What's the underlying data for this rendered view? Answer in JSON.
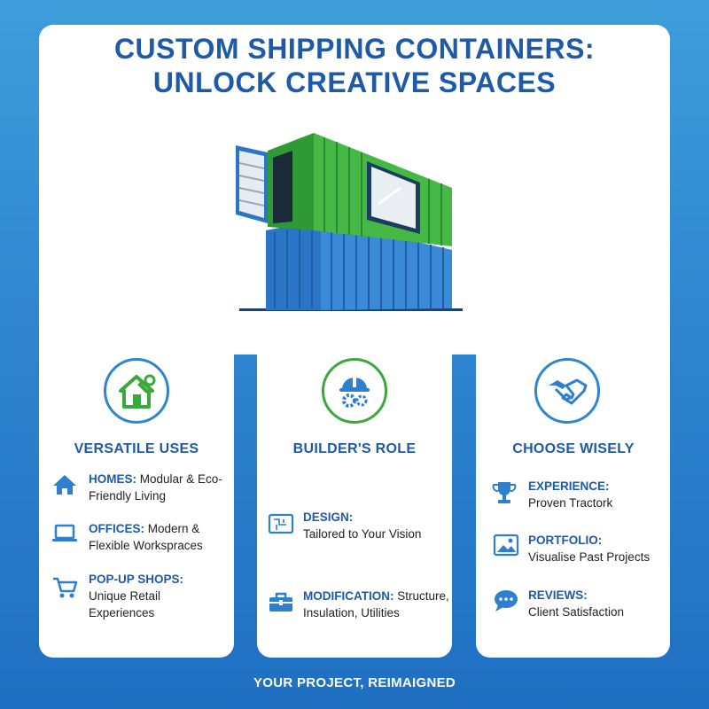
{
  "title": {
    "line1": "CUSTOM SHIPPING CONTAINERS:",
    "line2": "UNLOCK CREATIVE SPACES"
  },
  "columns": [
    {
      "title": "VERSATILE USES",
      "icon": "house-wrench-icon",
      "items": [
        {
          "key": "HOMES:",
          "line1": " Modular & Eco-",
          "line2": "Friendly Living",
          "icon": "home-icon"
        },
        {
          "key": "OFFICES:",
          "line1": " Modern &",
          "line2": "Flexible Workspraces",
          "icon": "laptop-icon"
        },
        {
          "key": "POP-UP SHOPS:",
          "line1": "",
          "line2": "Unique Retail",
          "line3": "Experiences",
          "icon": "shopping-cart-icon"
        }
      ]
    },
    {
      "title": "BUILDER'S ROLE",
      "icon": "hard-hat-gears-icon",
      "items": [
        {
          "key": "DESIGN:",
          "line1": "",
          "line2": "Tailored to Your Vision",
          "icon": "blueprint-icon"
        },
        {
          "key": "MODIFICATION:",
          "line1": " Structure,",
          "line2": "Insulation, Utilities",
          "icon": "toolbox-icon"
        }
      ]
    },
    {
      "title": "CHOOSE WISELY",
      "icon": "handshake-icon",
      "items": [
        {
          "key": "EXPERIENCE:",
          "line1": "",
          "line2": "Proven Tractork",
          "icon": "trophy-icon"
        },
        {
          "key": "PORTFOLIO:",
          "line1": "",
          "line2": "Visualise Past Projects",
          "icon": "image-icon"
        },
        {
          "key": "REVIEWS:",
          "line1": "",
          "line2": "Client Satisfaction",
          "icon": "chat-bubble-icon"
        }
      ]
    }
  ],
  "footer": "YOUR PROJECT, REIMAIGNED",
  "colors": {
    "accent": "#1e5aa8",
    "background": "#2f86cf",
    "container_green": "#3cae3a",
    "container_blue": "#2e7fd0"
  }
}
